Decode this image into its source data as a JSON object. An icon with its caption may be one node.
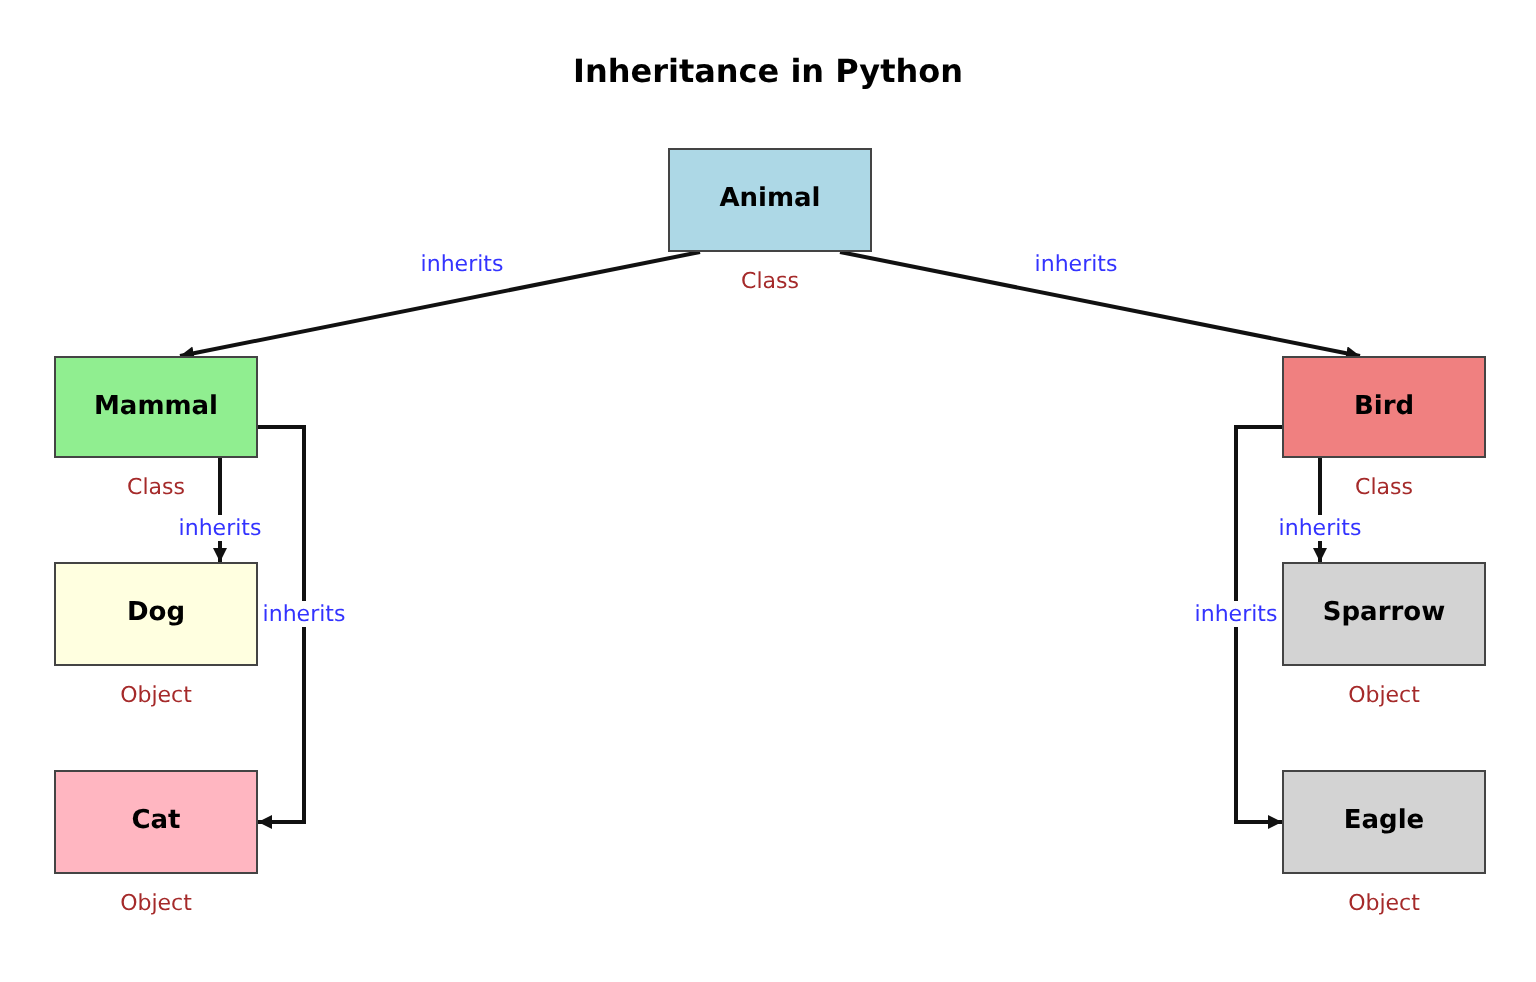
{
  "diagram": {
    "title": "Inheritance in Python",
    "nodes": [
      {
        "text": [
          "Animal"
        ],
        "beside": [
          "Class"
        ]
      },
      {
        "text": [
          "Mammal"
        ],
        "beside": [
          "Class"
        ]
      },
      {
        "text": [
          "Bird"
        ],
        "beside": [
          "Class"
        ]
      },
      {
        "text": [
          "Dog"
        ],
        "beside": [
          "Object"
        ]
      },
      {
        "text": [
          "Sparrow"
        ],
        "beside": [
          "Object"
        ]
      },
      {
        "text": [
          "Cat"
        ],
        "beside": [
          "Object"
        ]
      },
      {
        "text": [
          "Eagle"
        ],
        "beside": [
          "Object"
        ]
      }
    ],
    "edges": [
      {
        "from": 0,
        "to": 1,
        "arrow": "to",
        "label": "inherits"
      },
      {
        "from": 0,
        "to": 2,
        "arrow": "to",
        "label": "inherits"
      },
      {
        "from": 1,
        "to": 3,
        "arrow": "to",
        "label": "inherits"
      },
      {
        "from": 1,
        "to": 5,
        "arrow": "to",
        "label": "inherits"
      },
      {
        "from": 2,
        "to": 4,
        "arrow": "to",
        "label": "inherits"
      },
      {
        "from": 2,
        "to": 6,
        "arrow": "to",
        "label": "inherits"
      }
    ]
  }
}
